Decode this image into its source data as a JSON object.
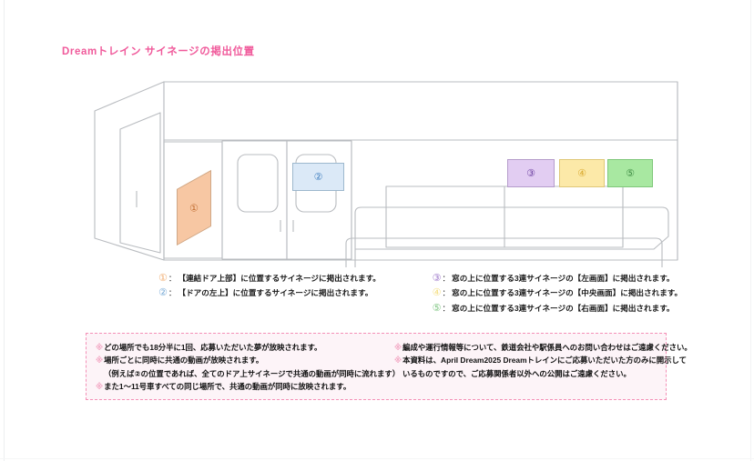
{
  "page": {
    "title": "Dreamトレイン サイネージの掲出位置",
    "title_color": "#f05a9b",
    "background": "#ffffff"
  },
  "diagram": {
    "name": "train-interior-perspective",
    "signage": [
      {
        "id": "1",
        "label": "①",
        "color": "#f7c7a3",
        "border": "#cfa887",
        "text_color": "#c06b2e",
        "position": "left-angled-wall"
      },
      {
        "id": "2",
        "label": "②",
        "color": "#dbe9f7",
        "border": "#9db8cd",
        "text_color": "#3f7fbf",
        "position": "above-door"
      },
      {
        "id": "3",
        "label": "③",
        "color": "#e2cdf2",
        "border": "#b59ccb",
        "text_color": "#6b3fa0",
        "position": "above-window-left"
      },
      {
        "id": "4",
        "label": "④",
        "color": "#fce9a8",
        "border": "#e0c878",
        "text_color": "#d9a72b",
        "position": "above-window-center"
      },
      {
        "id": "5",
        "label": "⑤",
        "color": "#a8e8a1",
        "border": "#7fc77a",
        "text_color": "#3e8c43",
        "position": "above-window-right"
      }
    ]
  },
  "legend": {
    "left": [
      {
        "marker": "①",
        "marker_class": "m1",
        "separator": "：",
        "text": "【連結ドア上部】に位置するサイネージに掲出されます。"
      },
      {
        "marker": "②",
        "marker_class": "m2",
        "separator": "：",
        "text": "【ドアの左上】に位置するサイネージに掲出されます。"
      }
    ],
    "right": [
      {
        "marker": "③",
        "marker_class": "m3",
        "separator": "：",
        "text": "窓の上に位置する3連サイネージの【左画面】に掲出されます。"
      },
      {
        "marker": "④",
        "marker_class": "m4",
        "separator": "：",
        "text": "窓の上に位置する3連サイネージの【中央画面】に掲出されます。"
      },
      {
        "marker": "⑤",
        "marker_class": "m5",
        "separator": "：",
        "text": "窓の上に位置する3連サイネージの【右画面】に掲出されます。"
      }
    ]
  },
  "notes": {
    "border_color": "#f48fb6",
    "background": "#fdf4f8",
    "left": [
      {
        "mark": "※",
        "text": "どの場所でも18分半に1回、応募いただいた夢が放映されます。"
      },
      {
        "mark": "※",
        "text": "場所ごとに同時に共通の動画が放映されます。"
      },
      {
        "mark": "",
        "text": "（例えば②の位置であれば、全てのドア上サイネージで共通の動画が同時に流れます）"
      },
      {
        "mark": "※",
        "text": "また1～11号車すべての同じ場所で、共通の動画が同時に放映されます。"
      }
    ],
    "right": [
      {
        "mark": "※",
        "text": "編成や運行情報等について、鉄道会社や駅係員へのお問い合わせはご遠慮ください。"
      },
      {
        "mark": "※",
        "text": "本資料は、April Dream2025 Dreamトレインにご応募いただいた方のみに開示して"
      },
      {
        "mark": "",
        "text": "いるものですので、ご応募関係者以外への公開はご遠慮ください。"
      }
    ]
  }
}
